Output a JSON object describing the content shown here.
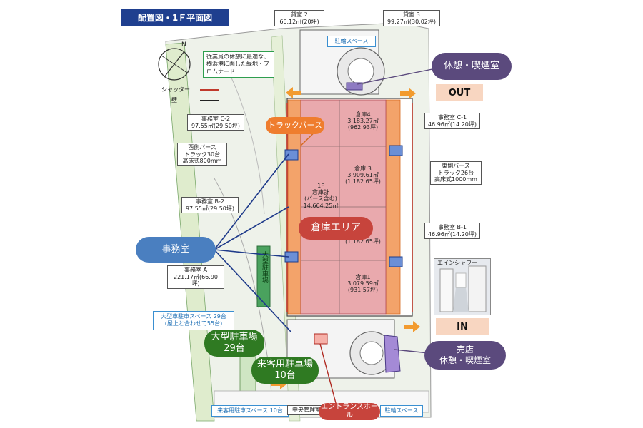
{
  "title": "配置図・1Ｆ平面図",
  "north": "N",
  "legend": {
    "shutter": "シャッター",
    "wall": "壁",
    "shutter_color": "#c0392b",
    "wall_color": "#222222"
  },
  "rental": [
    {
      "name": "貸室 2",
      "area": "66.12㎡(20坪)"
    },
    {
      "name": "貸室 3",
      "area": "99.27㎡(30.02坪)"
    }
  ],
  "parking_top": "駐輪スペース",
  "promenade": "従業員の休憩に最適な、横浜港に面した緑地・プロムナード",
  "offices": {
    "c2": {
      "name": "事務室 C-2",
      "area": "97.55㎡(29.50坪)"
    },
    "c1": {
      "name": "事務室 C-1",
      "area": "46.96㎡(14.20坪)"
    },
    "b2": {
      "name": "事務室 B-2",
      "area": "97.55㎡(29.50坪)"
    },
    "b1": {
      "name": "事務室 B-1",
      "area": "46.96㎡(14.20坪)"
    },
    "a": {
      "name": "事務室 A",
      "area": "221.17㎡(66.90坪)"
    }
  },
  "west_berth": [
    "西側バース",
    "トラック30台",
    "高床式800mm"
  ],
  "east_berth": [
    "東側バース",
    "トラック26台",
    "高床式1000mm"
  ],
  "warehouses": {
    "w4": [
      "倉庫4",
      "3,183.27㎡",
      "(962.93坪)"
    ],
    "w3": [
      "倉庫 3",
      "3,909.61㎡",
      "(1,182.65坪)"
    ],
    "w2": [
      "(1,182.65坪)"
    ],
    "w1": [
      "倉庫1",
      "3,079.59㎡",
      "(931.57坪)"
    ],
    "total": [
      "1F",
      "倉庫計",
      "(バース含む)",
      "14,664.25㎡"
    ]
  },
  "shower": "エインシャワー",
  "large_parking_note": [
    "大型車駐車スペース 29台",
    "(屋上と合わせて55台)"
  ],
  "large_parking_vertical": "大型駐車場",
  "visitor_parking_note": "来客用駐車スペース 10台",
  "central_control": "中央管理室",
  "bike_space_bottom": "駐輪スペース",
  "callouts": {
    "rest_top": "休憩・喫煙室",
    "out": "OUT",
    "in": "IN",
    "truck_berth": "トラックバース",
    "office": "事務室",
    "warehouse_area": "倉庫エリア",
    "large_parking": [
      "大型駐車場",
      "29台"
    ],
    "visitor_parking": [
      "来客用駐車場",
      "10台"
    ],
    "entrance_hall": "エントランスホール",
    "shop": [
      "売店",
      "休憩・喫煙室"
    ]
  },
  "colors": {
    "title_bg": "#1f3f8f",
    "purple": "#5b4a7d",
    "blue": "#4a7fc0",
    "red": "#c7443c",
    "green": "#2f7a22",
    "orange": "#ef7d2e",
    "tag_bg": "#f8d6c1",
    "warehouse": "#e9a9ad"
  }
}
